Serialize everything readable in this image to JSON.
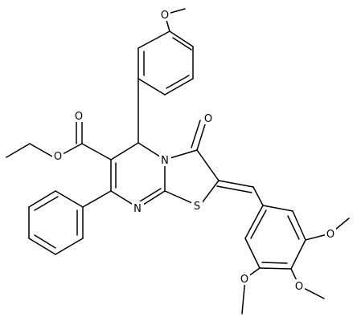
{
  "molecule": {
    "atoms": [
      {
        "id": "O_top_methoxy",
        "label": "O"
      },
      {
        "id": "O_ester_carbonyl",
        "label": "O"
      },
      {
        "id": "O_ester_ether",
        "label": "O"
      },
      {
        "id": "O_ketone",
        "label": "O"
      },
      {
        "id": "N_ring",
        "label": "N"
      },
      {
        "id": "N_imine",
        "label": "N"
      },
      {
        "id": "S_ring",
        "label": "S"
      },
      {
        "id": "O_aryl_right",
        "label": "O"
      },
      {
        "id": "O_aryl_bottom_right",
        "label": "O"
      },
      {
        "id": "O_aryl_bottom_left",
        "label": "O"
      }
    ]
  },
  "colors": {
    "bond": "#000000",
    "label": "#000000",
    "background": "#ffffff"
  }
}
